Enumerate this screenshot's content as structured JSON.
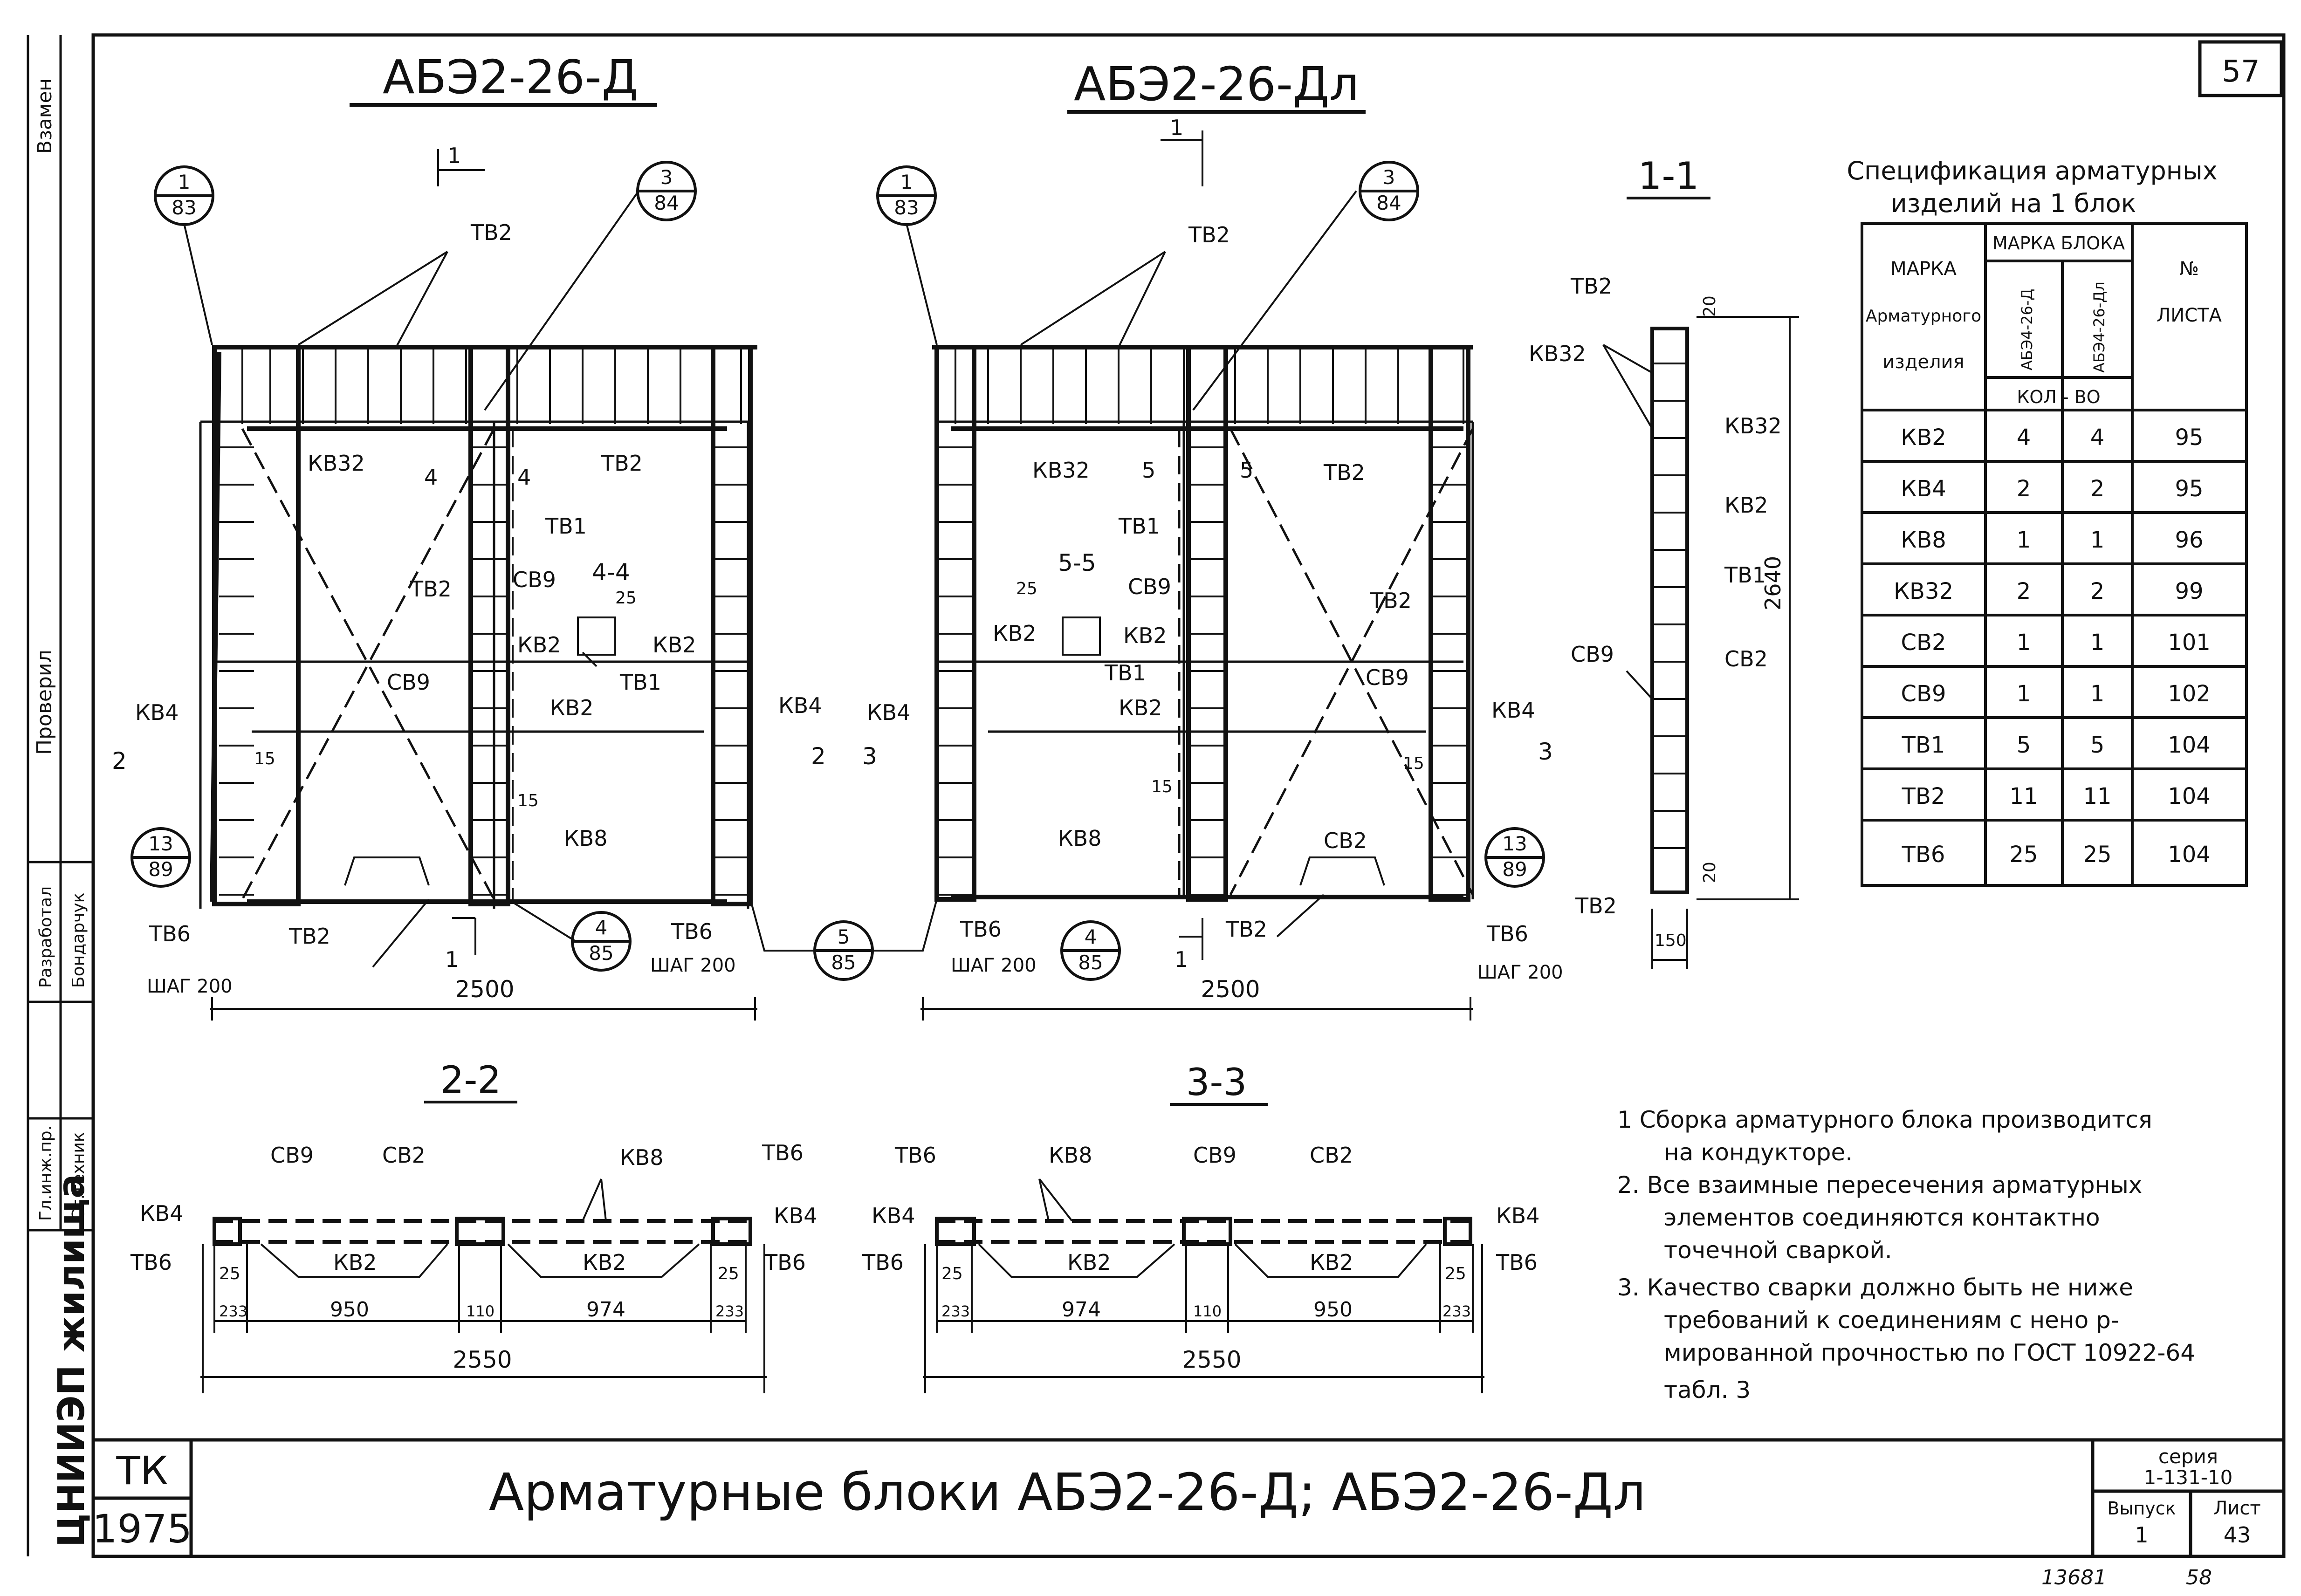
{
  "sheet": {
    "page_number": "57",
    "title": "Арматурные блоки АБЭ2-26-Д; АБЭ2-26-Дл",
    "org": "ЦНИИЭП жилища",
    "tk": "ТК",
    "year": "1975",
    "series_label": "серия",
    "series": "1-131-10",
    "issue_label": "Выпуск",
    "issue": "1",
    "sheet_label": "Лист",
    "sheet": "43",
    "bottom_note_a": "13681",
    "bottom_note_b": "58"
  },
  "side_stamp": {
    "vzamen": "Взамен",
    "proveril": "Проверил",
    "razrabotal": "Разработал",
    "bondarchuk": "Бондарчук",
    "gl_inzh": "Гл.инж.пр.",
    "st_tehnik": "Ст.техник"
  },
  "views": {
    "left_title": "АБЭ2-26-Д",
    "right_title": "АБЭ2-26-Дл",
    "sec11": "1-1",
    "sec22": "2-2",
    "sec33": "3-3",
    "sec44": "4-4",
    "sec55": "5-5"
  },
  "labels": {
    "tv2": "ТВ2",
    "tv1": "ТВ1",
    "tv6": "ТВ6",
    "kv32": "КВ32",
    "kv2": "КВ2",
    "kv4": "КВ4",
    "kv8": "КВ8",
    "sv9": "СВ9",
    "sv2": "СВ2",
    "step": "ШАГ 200",
    "n1": "1",
    "n2": "2",
    "n3": "3",
    "n4": "4",
    "n5": "5",
    "ref_1_83_a": "1",
    "ref_1_83_b": "83",
    "ref_3_84_a": "3",
    "ref_3_84_b": "84",
    "ref_13_89_a": "13",
    "ref_13_89_b": "89",
    "ref_4_85_a": "4",
    "ref_4_85_b": "85",
    "ref_5_85_a": "5",
    "ref_5_85_b": "85"
  },
  "dims": {
    "d2500": "2500",
    "d2550": "2550",
    "d950": "950",
    "d974": "974",
    "d110": "110",
    "d233": "233",
    "d25": "25",
    "d15": "15",
    "d20": "20",
    "d2640": "2640",
    "d150": "150"
  },
  "spec": {
    "title1": "Спецификация арматурных",
    "title2": "изделий на 1 блок",
    "h_mark1": "МАРКА",
    "h_mark2": "Арматурного",
    "h_mark3": "изделия",
    "h_block": "МАРКА БЛОКА",
    "h_b1": "АБЭ4-26-Д",
    "h_b2": "АБЭ4-26-Дл",
    "h_qty": "КОЛ - ВО",
    "h_sheet1": "№",
    "h_sheet2": "ЛИСТА",
    "rows": [
      {
        "mark": "КВ2",
        "a": "4",
        "b": "4",
        "sheet": "95"
      },
      {
        "mark": "КВ4",
        "a": "2",
        "b": "2",
        "sheet": "95"
      },
      {
        "mark": "КВ8",
        "a": "1",
        "b": "1",
        "sheet": "96"
      },
      {
        "mark": "КВ32",
        "a": "2",
        "b": "2",
        "sheet": "99"
      },
      {
        "mark": "СВ2",
        "a": "1",
        "b": "1",
        "sheet": "101"
      },
      {
        "mark": "СВ9",
        "a": "1",
        "b": "1",
        "sheet": "102"
      },
      {
        "mark": "ТВ1",
        "a": "5",
        "b": "5",
        "sheet": "104"
      },
      {
        "mark": "ТВ2",
        "a": "11",
        "b": "11",
        "sheet": "104"
      },
      {
        "mark": "ТВ6",
        "a": "25",
        "b": "25",
        "sheet": "104"
      }
    ]
  },
  "notes": [
    "1 Сборка арматурного блока производится",
    "на кондукторе.",
    "2. Все взаимные пересечения арматурных",
    "элементов соединяются контактно",
    "точечной сваркой.",
    "3. Качество сварки должно быть не ниже",
    "требований к соединениям с нено р-",
    "мированной прочностью по ГОСТ 10922-64",
    "табл. 3"
  ]
}
